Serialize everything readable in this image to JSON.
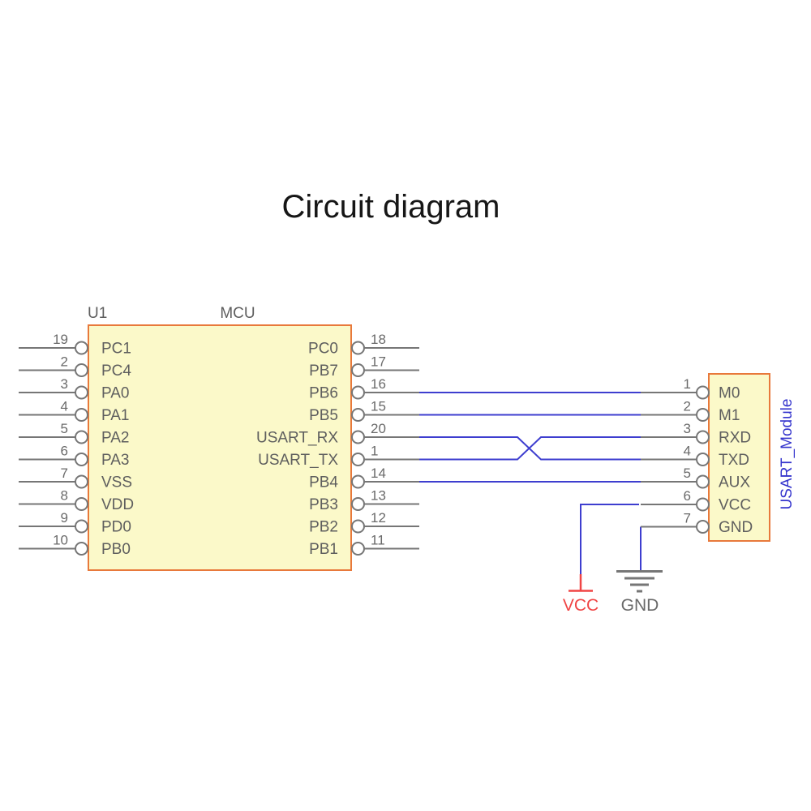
{
  "title": "Circuit diagram",
  "colors": {
    "wire_blue": "#3E3ECF",
    "module_name_blue": "#3535CD",
    "power_red": "#F04545",
    "line_gray": "#767676",
    "text_gray": "#5E5E5E",
    "chip_fill": "#FBF9C9",
    "chip_border": "#E8793B"
  },
  "mcu": {
    "designator": "U1",
    "name": "MCU",
    "left_pins": [
      {
        "number": "19",
        "label": "PC1"
      },
      {
        "number": "2",
        "label": "PC4"
      },
      {
        "number": "3",
        "label": "PA0"
      },
      {
        "number": "4",
        "label": "PA1"
      },
      {
        "number": "5",
        "label": "PA2"
      },
      {
        "number": "6",
        "label": "PA3"
      },
      {
        "number": "7",
        "label": "VSS"
      },
      {
        "number": "8",
        "label": "VDD"
      },
      {
        "number": "9",
        "label": "PD0"
      },
      {
        "number": "10",
        "label": "PB0"
      }
    ],
    "right_pins": [
      {
        "number": "18",
        "label": "PC0"
      },
      {
        "number": "17",
        "label": "PB7"
      },
      {
        "number": "16",
        "label": "PB6"
      },
      {
        "number": "15",
        "label": "PB5"
      },
      {
        "number": "20",
        "label": "USART_RX"
      },
      {
        "number": "1",
        "label": "USART_TX"
      },
      {
        "number": "14",
        "label": "PB4"
      },
      {
        "number": "13",
        "label": "PB3"
      },
      {
        "number": "12",
        "label": "PB2"
      },
      {
        "number": "11",
        "label": "PB1"
      }
    ]
  },
  "module": {
    "name": "USART_Module",
    "pins": [
      {
        "number": "1",
        "label": "M0"
      },
      {
        "number": "2",
        "label": "M1"
      },
      {
        "number": "3",
        "label": "RXD"
      },
      {
        "number": "4",
        "label": "TXD"
      },
      {
        "number": "5",
        "label": "AUX"
      },
      {
        "number": "6",
        "label": "VCC"
      },
      {
        "number": "7",
        "label": "GND"
      }
    ]
  },
  "power": {
    "vcc_label": "VCC",
    "gnd_label": "GND"
  },
  "connections": [
    {
      "from": "MCU.PB6 (16)",
      "to": "USART_Module.M0 (1)"
    },
    {
      "from": "MCU.PB5 (15)",
      "to": "USART_Module.M1 (2)"
    },
    {
      "from": "MCU.USART_RX (20)",
      "to": "USART_Module.TXD (4)"
    },
    {
      "from": "MCU.USART_TX (1)",
      "to": "USART_Module.RXD (3)"
    },
    {
      "from": "MCU.PB4 (14)",
      "to": "USART_Module.AUX (5)"
    },
    {
      "from": "USART_Module.VCC (6)",
      "to": "VCC"
    },
    {
      "from": "USART_Module.GND (7)",
      "to": "GND"
    }
  ]
}
